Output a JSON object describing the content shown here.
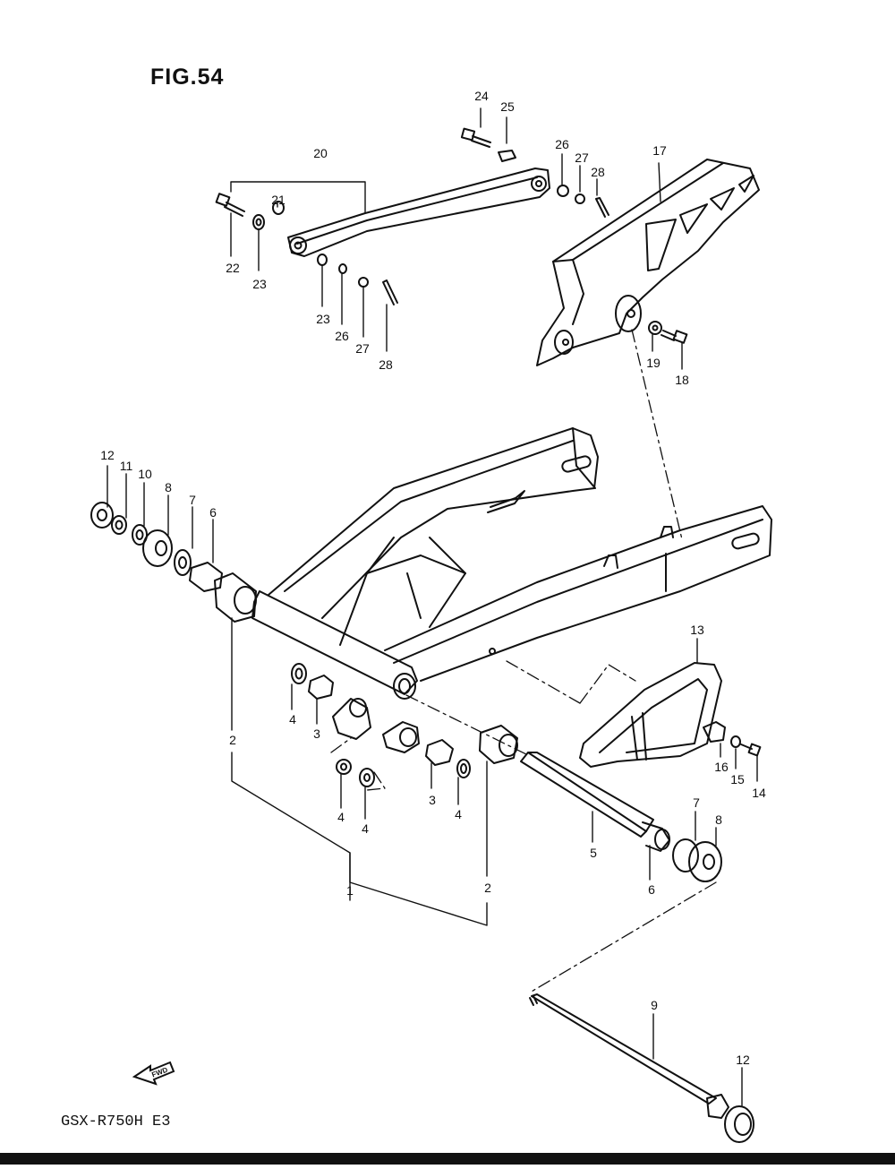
{
  "figure": {
    "title": "FIG.54",
    "model": "GSX-R750H E3",
    "fwd_label": "FWD"
  },
  "callouts": [
    "1",
    "2",
    "2",
    "3",
    "3",
    "4",
    "4",
    "4",
    "4",
    "5",
    "6",
    "6",
    "7",
    "7",
    "8",
    "8",
    "9",
    "10",
    "11",
    "12",
    "12",
    "13",
    "14",
    "15",
    "16",
    "17",
    "18",
    "19",
    "20",
    "21",
    "22",
    "23",
    "23",
    "24",
    "25",
    "26",
    "26",
    "27",
    "27",
    "28",
    "28"
  ],
  "colors": {
    "ink": "#111111",
    "paper": "#ffffff"
  }
}
